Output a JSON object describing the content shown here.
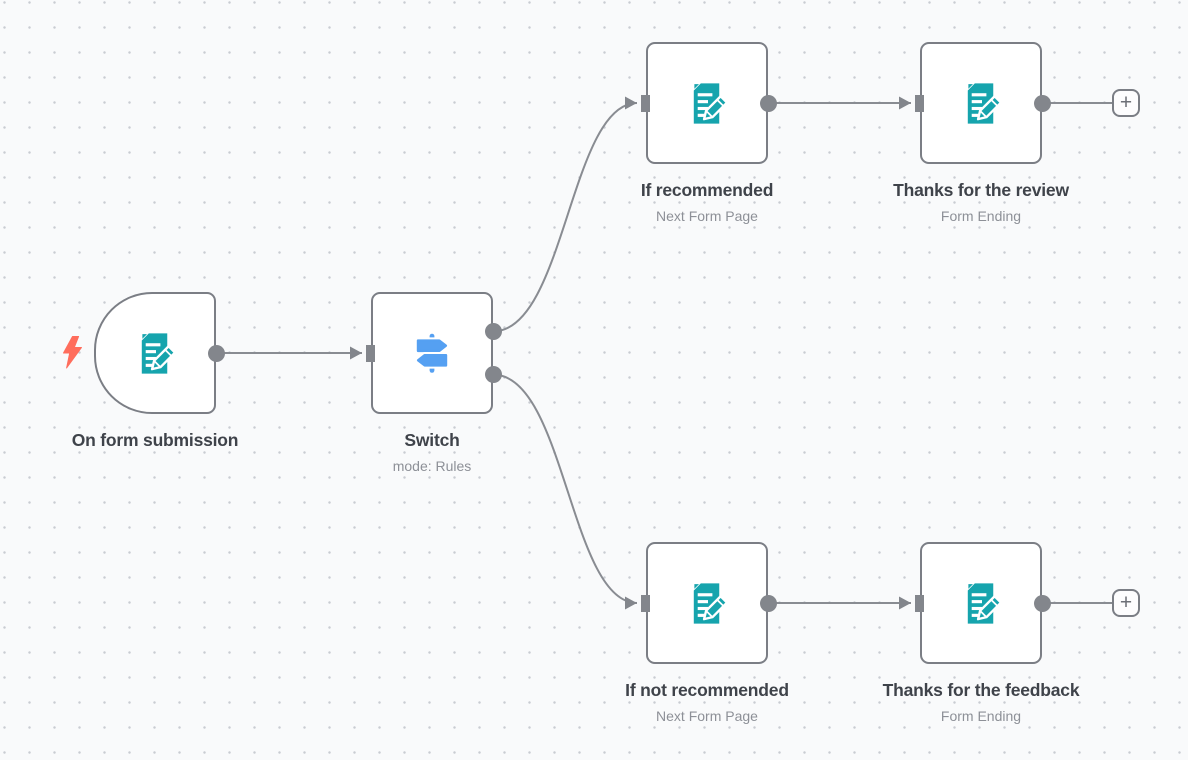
{
  "canvas": {
    "background": "#f9fafb",
    "dot_color": "#c9ccd2"
  },
  "colors": {
    "node_border": "#7b7e85",
    "connector_gray": "#898c92",
    "node_title": "#3f434a",
    "node_subtitle": "#8d9097",
    "form_icon_teal": "#16a4ad",
    "switch_icon_blue": "#55a0f2",
    "trigger_bolt_red": "#ff6d5c"
  },
  "nodes": [
    {
      "id": "on-form-submission",
      "label": "On form submission",
      "subtitle": "",
      "icon": "form-pencil-icon",
      "kind": "trigger"
    },
    {
      "id": "switch",
      "label": "Switch",
      "subtitle": "mode: Rules",
      "icon": "switch-signpost-icon",
      "kind": "action"
    },
    {
      "id": "if-recommended",
      "label": "If recommended",
      "subtitle": "Next Form Page",
      "icon": "form-pencil-icon",
      "kind": "action"
    },
    {
      "id": "thanks-for-the-review",
      "label": "Thanks for the review",
      "subtitle": "Form Ending",
      "icon": "form-pencil-icon",
      "kind": "action"
    },
    {
      "id": "if-not-recommended",
      "label": "If not recommended",
      "subtitle": "Next Form Page",
      "icon": "form-pencil-icon",
      "kind": "action"
    },
    {
      "id": "thanks-for-the-feedback",
      "label": "Thanks for the feedback",
      "subtitle": "Form Ending",
      "icon": "form-pencil-icon",
      "kind": "action"
    }
  ],
  "add_button": {
    "label": "+"
  }
}
